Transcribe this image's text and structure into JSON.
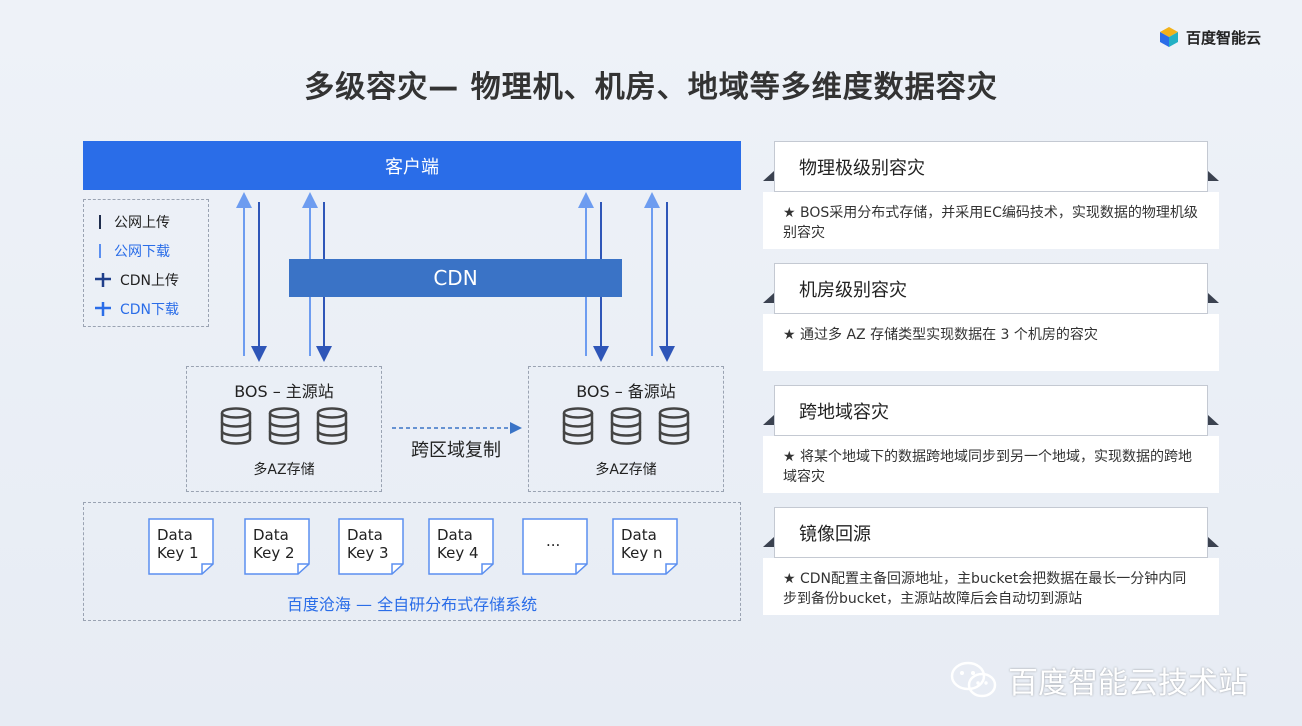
{
  "brand": {
    "name": "百度智能云"
  },
  "title": "多级容灾— 物理机、机房、地域等多维度数据容灾",
  "diagram": {
    "client": "客户端",
    "legend": [
      {
        "label": "公网上传",
        "color": "#1f2d4d"
      },
      {
        "label": "公网下载",
        "color": "#5b8ff0"
      },
      {
        "label": "CDN上传",
        "color": "#1f3f8a"
      },
      {
        "label": "CDN下载",
        "color": "#2a6de8"
      }
    ],
    "cdn": "CDN",
    "primary": {
      "title": "BOS – 主源站",
      "subtitle": "多AZ存储"
    },
    "backup": {
      "title": "BOS – 备源站",
      "subtitle": "多AZ存储"
    },
    "replication": "跨区域复制",
    "keys": [
      "Data\nKey 1",
      "Data\nKey 2",
      "Data\nKey 3",
      "Data\nKey 4",
      "...",
      "Data\nKey n"
    ],
    "storage_label": "百度沧海 — 全自研分布式存储系统"
  },
  "cards": [
    {
      "heading": "物理极级别容灾",
      "text": "★ BOS采用分布式存储，并采用EC编码技术，实现数据的物理机级别容灾"
    },
    {
      "heading": "机房级别容灾",
      "text": "★ 通过多 AZ 存储类型实现数据在 3 个机房的容灾"
    },
    {
      "heading": "跨地域容灾",
      "text": "★ 将某个地域下的数据跨地域同步到另一个地域，实现数据的跨地域容灾"
    },
    {
      "heading": "镜像回源",
      "text": "★ CDN配置主备回源地址，主bucket会把数据在最长一分钟内同步到备份bucket，主源站故障后会自动切到源站"
    }
  ],
  "watermark": "百度智能云技术站"
}
